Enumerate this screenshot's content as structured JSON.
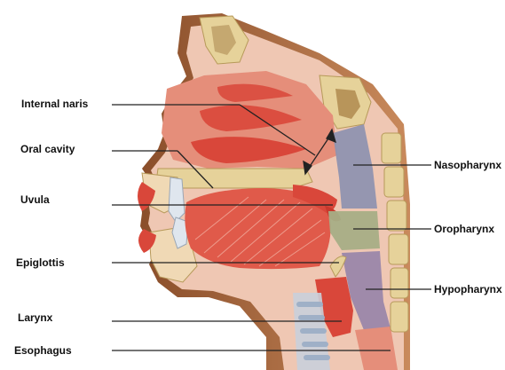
{
  "labels": {
    "internal_naris": "Internal naris",
    "oral_cavity": "Oral cavity",
    "uvula": "Uvula",
    "epiglottis": "Epiglottis",
    "larynx": "Larynx",
    "esophagus": "Esophagus",
    "nasopharynx": "Nasopharynx",
    "oropharynx": "Oropharynx",
    "hypopharynx": "Hypopharynx"
  },
  "colors": {
    "skin": "#a8663a",
    "tissue": "#e9a08c",
    "muscle": "#d9473a",
    "bone": "#e6d29a",
    "nasopharynx": "#8f93b0",
    "oropharynx": "#a7ae86",
    "hypopharynx": "#9a87aa",
    "leader": "#222222"
  }
}
